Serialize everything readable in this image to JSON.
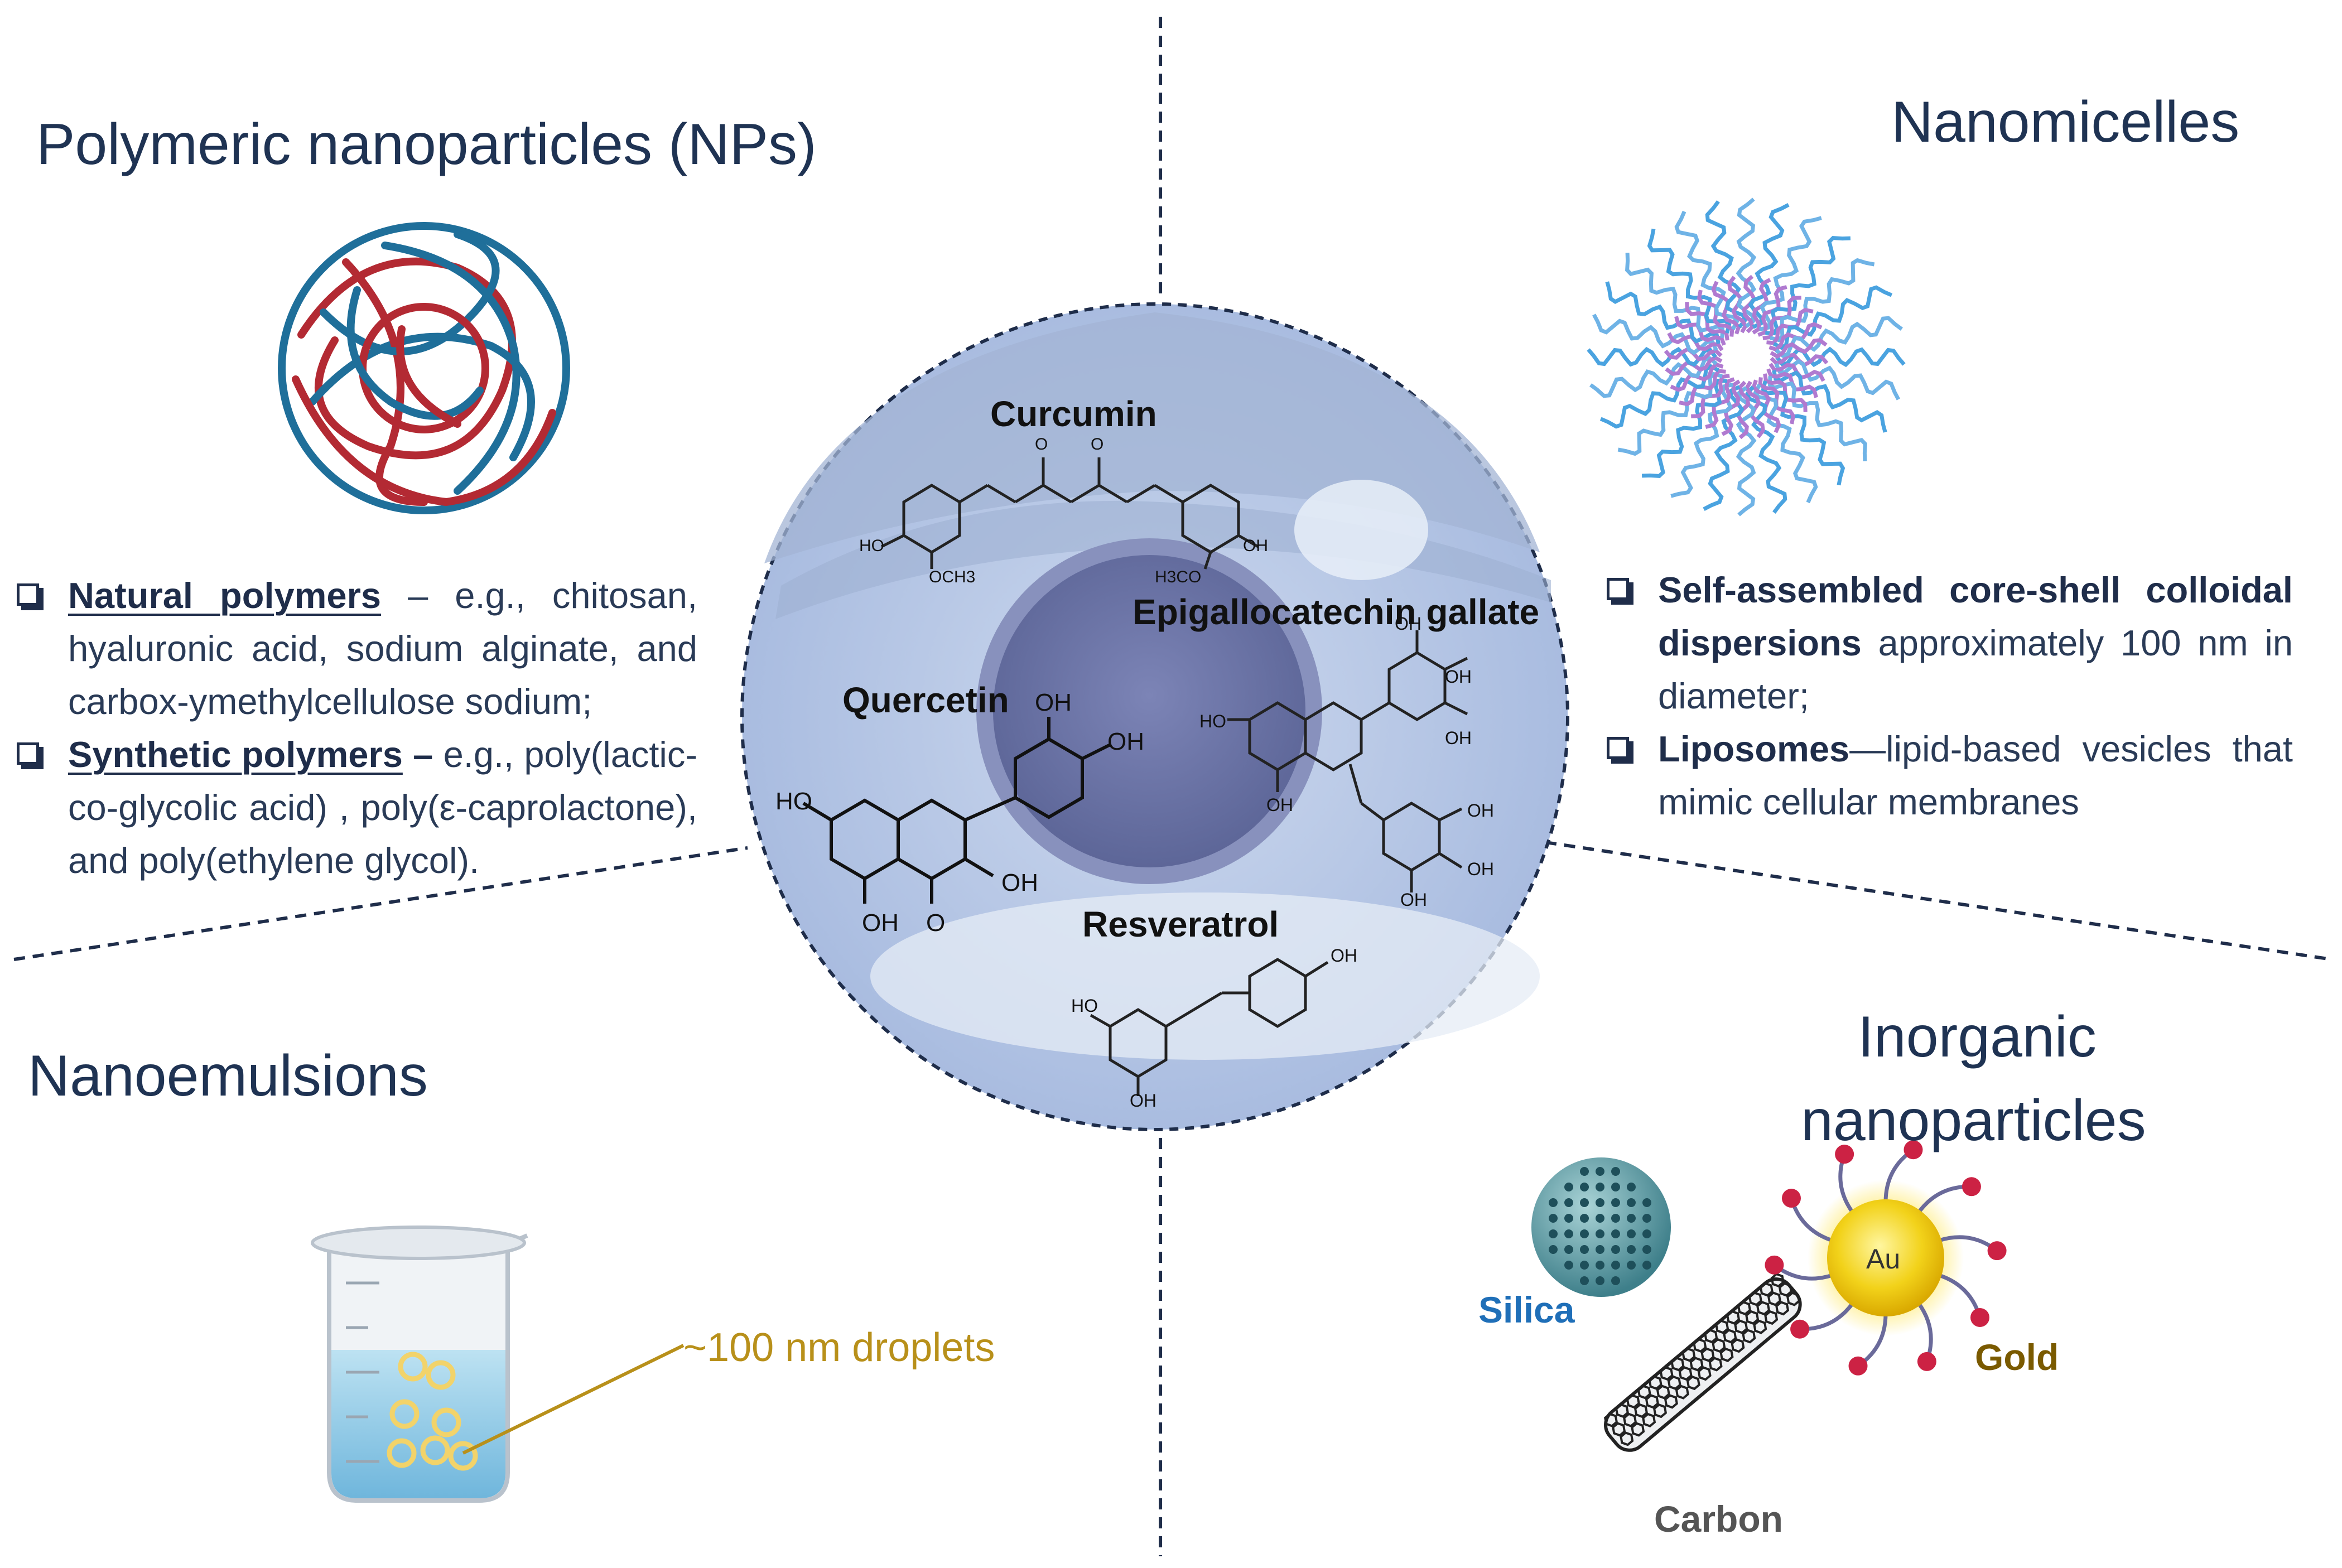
{
  "sections": {
    "polymeric": {
      "title": "Polymeric nanoparticles (NPs)",
      "natural_term": "Natural polymers",
      "natural_text": " – e.g., chitosan, hyaluronic acid, sodium alginate, and carbox-ymethylcellulose sodium;",
      "synthetic_term": "Synthetic polymers",
      "synthetic_dash": " –",
      "synthetic_text": " e.g., poly(lactic-co-glycolic acid) , poly(ε-caprolactone), and poly(ethylene glycol)."
    },
    "nanomicelles": {
      "title": "Nanomicelles",
      "item1_term": "Self-assembled core-shell colloidal dispersions",
      "item1_text": " approximately 100 nm in diameter;",
      "item2_term": "Liposomes",
      "item2_text": "—lipid-based vesicles that mimic cellular membranes"
    },
    "nanoemulsions": {
      "title": "Nanoemulsions",
      "droplet_label": "~100 nm droplets"
    },
    "inorganic": {
      "title_line1": "Inorganic",
      "title_line2": "nanoparticles",
      "silica_label": "Silica",
      "gold_label": "Gold",
      "carbon_label": "Carbon",
      "au_symbol": "Au"
    }
  },
  "compounds": {
    "curcumin": "Curcumin",
    "egcg": "Epigallocatechin gallate",
    "quercetin": "Quercetin",
    "resveratrol": "Resveratrol"
  },
  "chem_labels": {
    "ho": "HO",
    "oh": "OH",
    "o": "O",
    "och3": "OCH3",
    "h3co": "H3CO"
  },
  "colors": {
    "title": "#1f3353",
    "cell_outer": "#b8c8e6",
    "nucleus": "#6b75a6",
    "silica_blue": "#1f6fb8",
    "gold_label": "#7a5a00",
    "droplet_label": "#b8901a",
    "carbon_label": "#555555"
  }
}
